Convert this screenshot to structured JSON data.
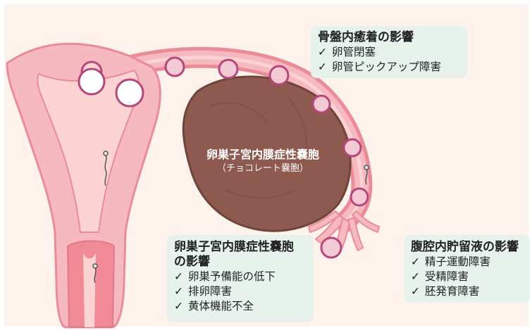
{
  "cyst": {
    "title": "卵巣子宮内膜症性嚢胞",
    "subtitle": "（チョコレート嚢胞）"
  },
  "callouts": {
    "tubal": {
      "title": "骨盤内癒着の影響",
      "items": [
        "卵管閉塞",
        "卵管ピックアップ障害"
      ]
    },
    "ovarian": {
      "title_line1": "卵巣子宮内膜症性嚢胞",
      "title_line2": "の影響",
      "items": [
        "卵巣予備能の低下",
        "排卵障害",
        "黄体機能不全"
      ]
    },
    "peritoneal": {
      "title": "腹腔内貯留液の影響",
      "items": [
        "精子運動障害",
        "受精障害",
        "胚発育障害"
      ]
    }
  },
  "check_mark": "✓",
  "colors": {
    "page_bg": "#fdf3ec",
    "tissue": "#f5b9bf",
    "tissue_dark": "#e98c98",
    "tissue_light": "#fbd3d3",
    "cyst": "#8e5a4f",
    "callout_bg": "#e6f2eb"
  }
}
